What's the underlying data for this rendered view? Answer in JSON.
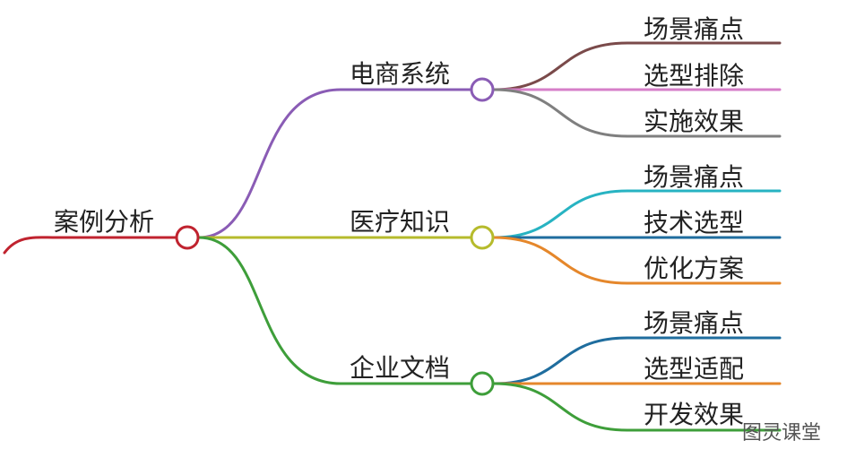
{
  "root": {
    "label": "案例分析",
    "color": "#c0232f"
  },
  "branches": [
    {
      "label": "电商系统",
      "color": "#8a5cb5",
      "children": [
        {
          "label": "场景痛点",
          "color": "#7a4a4a"
        },
        {
          "label": "选型排除",
          "color": "#d67fc8"
        },
        {
          "label": "实施效果",
          "color": "#7f7f7f"
        }
      ]
    },
    {
      "label": "医疗知识",
      "color": "#b6bb2c",
      "children": [
        {
          "label": "场景痛点",
          "color": "#27b3c2"
        },
        {
          "label": "技术选型",
          "color": "#1f6d9e"
        },
        {
          "label": "优化方案",
          "color": "#e5872b"
        }
      ]
    },
    {
      "label": "企业文档",
      "color": "#3e9e3a",
      "children": [
        {
          "label": "场景痛点",
          "color": "#1f6d9e"
        },
        {
          "label": "选型适配",
          "color": "#e5872b"
        },
        {
          "label": "开发效果",
          "color": "#3e9e3a"
        }
      ]
    }
  ],
  "watermark": "图灵课堂"
}
